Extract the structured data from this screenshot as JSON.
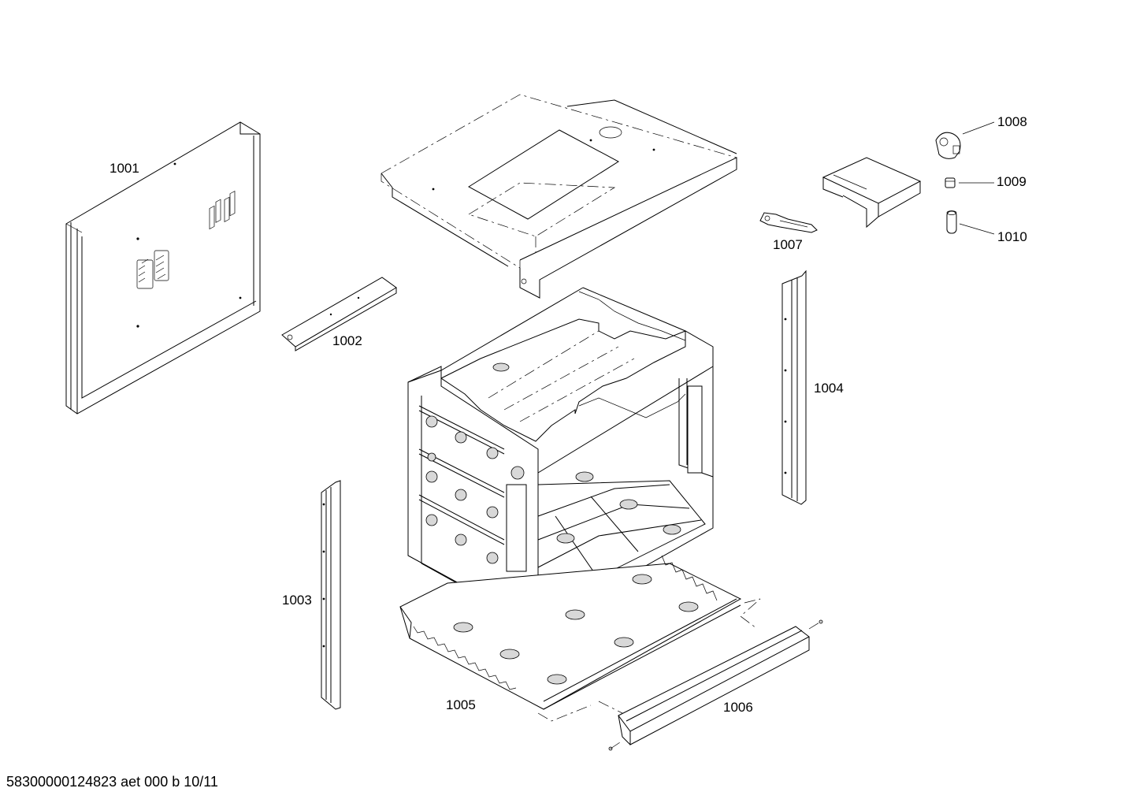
{
  "diagram": {
    "parts": [
      {
        "id": "1001"
      },
      {
        "id": "1002"
      },
      {
        "id": "1003"
      },
      {
        "id": "1004"
      },
      {
        "id": "1005"
      },
      {
        "id": "1006"
      },
      {
        "id": "1007"
      },
      {
        "id": "1008"
      },
      {
        "id": "1009"
      },
      {
        "id": "1010"
      }
    ]
  },
  "footer": {
    "document_code": "58300000124823 aet 000 b 10/11"
  }
}
